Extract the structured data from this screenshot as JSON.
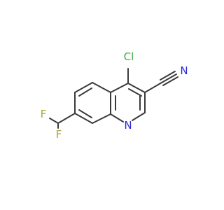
{
  "molecule": {
    "atoms": {
      "chlorine": "Cl",
      "nitrogen_nitrile": "N",
      "nitrogen_ring": "N",
      "fluorine_top": "F",
      "fluorine_bottom": "F"
    },
    "colors": {
      "bond": "#3a3a3a",
      "carbon": "#3a3a3a",
      "chlorine": "#3cb043",
      "nitrogen": "#2b2bd6",
      "fluorine": "#a8a43a"
    }
  }
}
